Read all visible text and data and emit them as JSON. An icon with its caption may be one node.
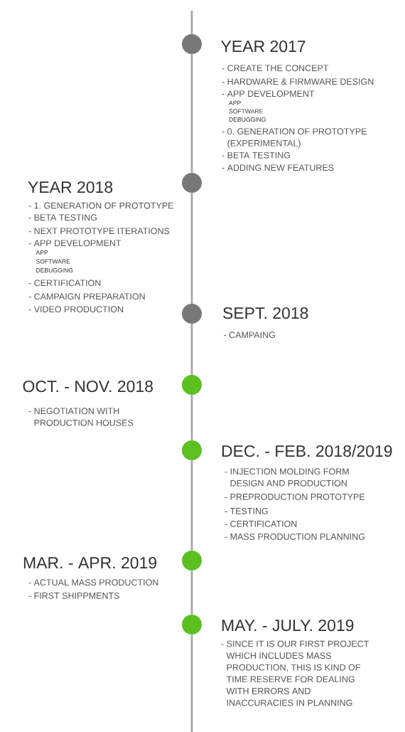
{
  "diagram": {
    "nodes": [
      {
        "text": [],
        "shape": "circle",
        "beside": [
          "YEAR 2017",
          "- CREATE THE CONCEPT",
          "- HARDWARE & FIRMWARE DESIGN",
          "- APP DEVELOPMENT",
          "APP",
          "SOFTWARE",
          "DEBUGGING",
          "- 0. GENERATION OF PROTOTYPE (EXPERIMENTAL)",
          "- BETA TESTING",
          "- ADDING NEW FEATURES"
        ]
      },
      {
        "text": [],
        "shape": "circle",
        "beside": [
          "YEAR 2018",
          "- 1. GENERATION OF PROTOTYPE",
          "- BETA TESTING",
          "- NEXT PROTOTYPE ITERATIONS",
          "- APP DEVELOPMENT",
          "APP",
          "SOFTWARE",
          "DEBUGGING",
          "- CERTIFICATION",
          "- CAMPAIGN PREPARATION",
          "- VIDEO PRODUCTION"
        ]
      },
      {
        "text": [],
        "shape": "circle",
        "beside": [
          "SEPT. 2018",
          "- CAMPAING"
        ]
      },
      {
        "text": [],
        "shape": "circle",
        "beside": [
          "OCT. - NOV. 2018",
          "- NEGOTIATION WITH PRODUCTION HOUSES"
        ]
      },
      {
        "text": [],
        "shape": "circle",
        "beside": [
          "DEC. - FEB. 2018/2019",
          "- INJECTION MOLDING FORM DESIGN AND PRODUCTION",
          "- PREPRODUCTION PROTOTYPE",
          "- TESTING",
          "- CERTIFICATION",
          "- MASS PRODUCTION PLANNING"
        ]
      },
      {
        "text": [],
        "shape": "circle",
        "beside": [
          "MAR. - APR. 2019",
          "- ACTUAL MASS PRODUCTION",
          "- FIRST SHIPPMENTS"
        ]
      },
      {
        "text": [],
        "shape": "circle",
        "beside": [
          "MAY. - JULY. 2019",
          "- SINCE IT IS OUR FIRST PROJECT WHICH INCLUDES MASS PRODUCTION, THIS IS KIND OF TIME RESERVE FOR DEALING WITH ERRORS AND INACCURACIES IN PLANNING"
        ]
      }
    ],
    "edges": [
      {
        "from": null,
        "to": 0,
        "arrow": "none"
      },
      {
        "from": 0,
        "to": 1,
        "arrow": "none"
      },
      {
        "from": 1,
        "to": 2,
        "arrow": "none"
      },
      {
        "from": 2,
        "to": 3,
        "arrow": "none"
      },
      {
        "from": 3,
        "to": 4,
        "arrow": "none"
      },
      {
        "from": 4,
        "to": 5,
        "arrow": "none"
      },
      {
        "from": 5,
        "to": 6,
        "arrow": "none"
      },
      {
        "from": 6,
        "to": null,
        "arrow": "none"
      }
    ]
  }
}
